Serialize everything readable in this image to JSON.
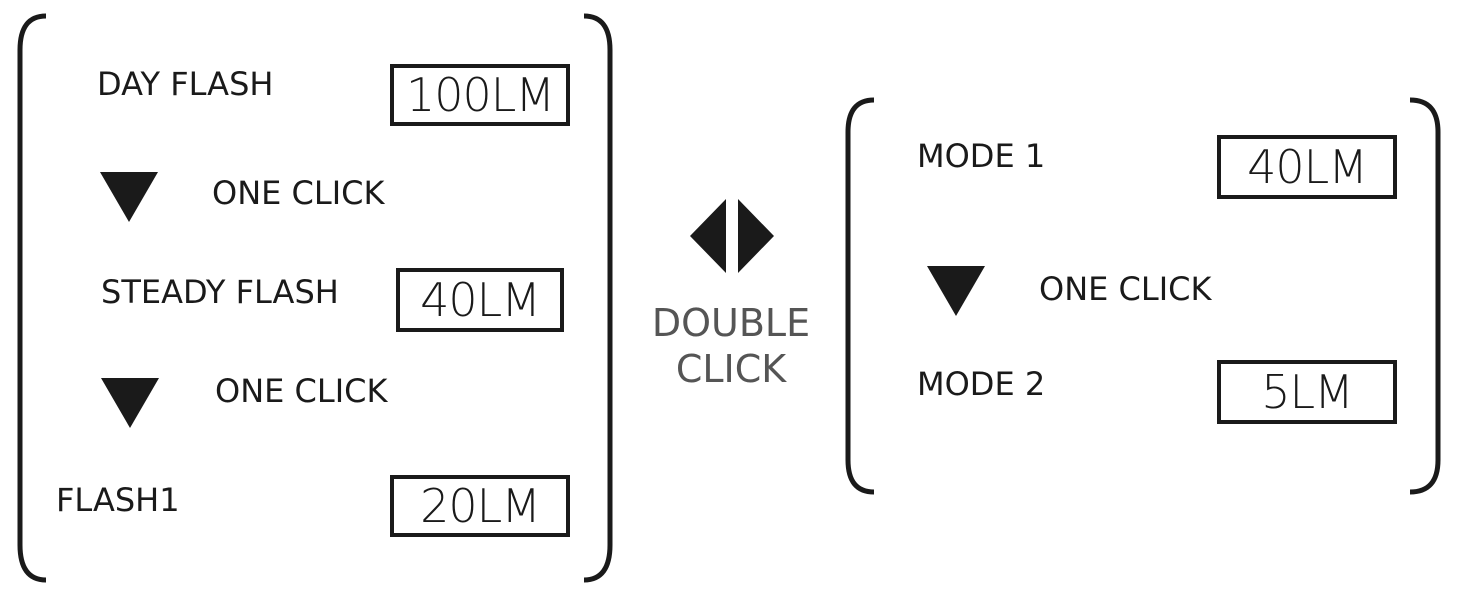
{
  "left_group": {
    "items": [
      {
        "name": "DAY FLASH",
        "lumens": "100LM"
      },
      {
        "name": "STEADY FLASH",
        "lumens": "40LM"
      },
      {
        "name": "FLASH1",
        "lumens": "20LM"
      }
    ],
    "transitions": [
      "ONE CLICK",
      "ONE CLICK"
    ]
  },
  "switch": {
    "line1": "DOUBLE",
    "line2": "CLICK",
    "icon": "double-arrow-icon"
  },
  "right_group": {
    "items": [
      {
        "name": "MODE 1",
        "lumens": "40LM"
      },
      {
        "name": "MODE 2",
        "lumens": "5LM"
      }
    ],
    "transitions": [
      "ONE CLICK"
    ]
  },
  "colors": {
    "ink": "#1a1a1a",
    "switch_text": "#555555"
  }
}
